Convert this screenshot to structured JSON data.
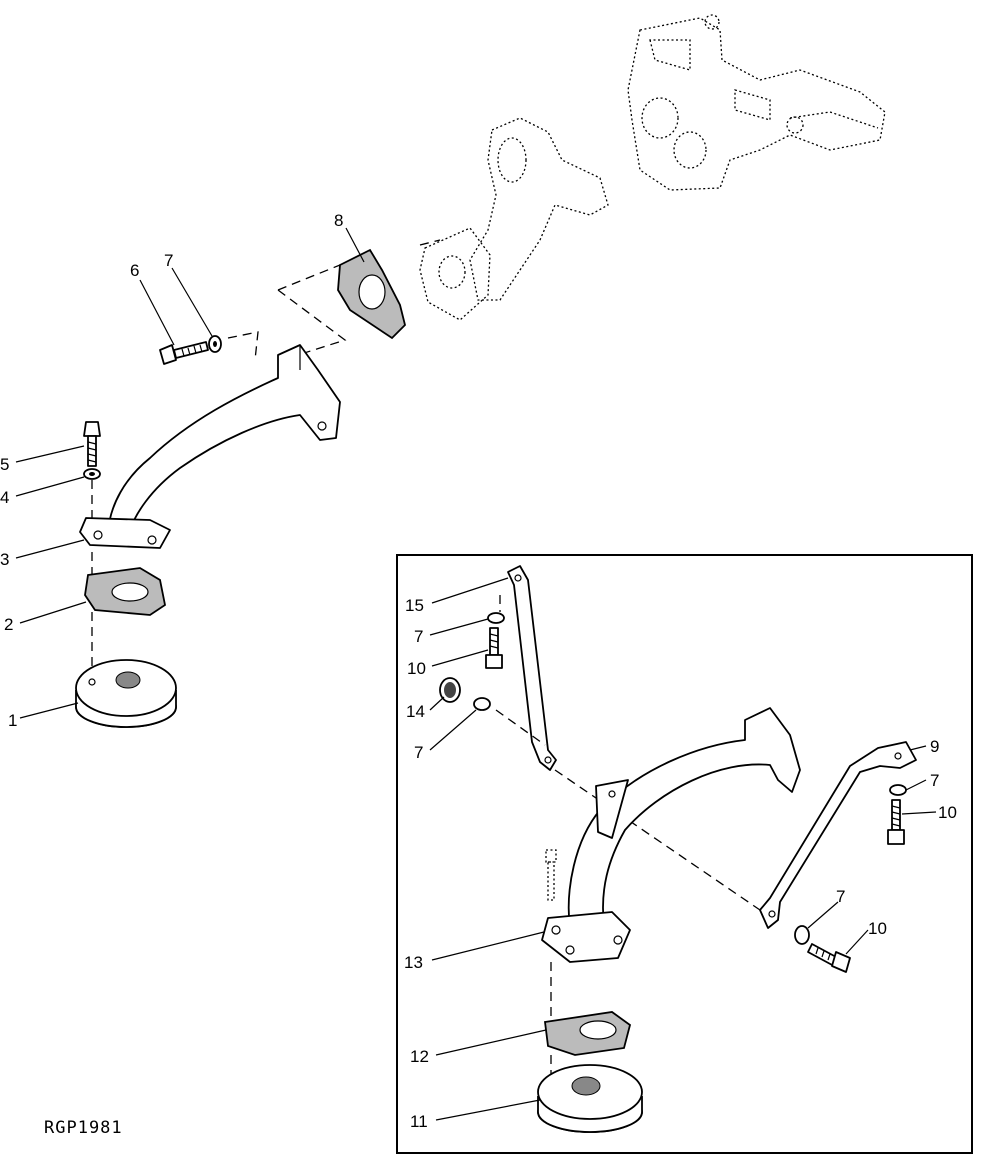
{
  "figure_code": "RGP1981",
  "callouts": {
    "c1": "1",
    "c2": "2",
    "c3": "3",
    "c4": "4",
    "c5": "5",
    "c6": "6",
    "c7_top": "7",
    "c8": "8",
    "c15": "15",
    "c7_a": "7",
    "c10_a": "10",
    "c14": "14",
    "c7_b": "7",
    "c9": "9",
    "c7_c": "7",
    "c10_b": "10",
    "c7_d": "7",
    "c10_c": "10",
    "c13": "13",
    "c12": "12",
    "c11": "11"
  }
}
